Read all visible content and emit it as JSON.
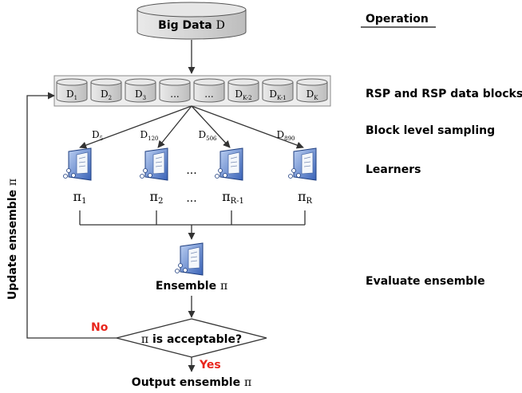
{
  "source": {
    "label": "Big Data ",
    "symbol": "D"
  },
  "heading": "Operation",
  "blocks": [
    {
      "base": "D",
      "sub": "1"
    },
    {
      "base": "D",
      "sub": "2"
    },
    {
      "base": "D",
      "sub": "3"
    },
    {
      "base": "...",
      "sub": ""
    },
    {
      "base": "...",
      "sub": ""
    },
    {
      "base": "D",
      "sub": "K-2"
    },
    {
      "base": "D",
      "sub": "K-1"
    },
    {
      "base": "D",
      "sub": "K"
    }
  ],
  "samples": [
    {
      "base": "D",
      "sub": "5"
    },
    {
      "base": "D",
      "sub": "120"
    },
    {
      "base": "D",
      "sub": "506"
    },
    {
      "base": "D",
      "sub": "890"
    }
  ],
  "learners": [
    {
      "base": "π",
      "sub": "1"
    },
    {
      "base": "π",
      "sub": "2"
    },
    {
      "base": "π",
      "sub": "R-1"
    },
    {
      "base": "π",
      "sub": "R"
    }
  ],
  "ellipsis": "...",
  "stages": {
    "rsp": "RSP and RSP data blocks",
    "sampling": "Block level sampling",
    "learners": "Learners",
    "evaluate": "Evaluate ensemble"
  },
  "ensemble": {
    "label": "Ensemble ",
    "symbol": "π"
  },
  "decision": {
    "symbol": "π",
    "text": " is acceptable?"
  },
  "no_label": "No",
  "yes_label": "Yes",
  "output": {
    "label": "Output ensemble ",
    "symbol": "π"
  },
  "feedback": {
    "label": "Update ensemble ",
    "symbol": "π"
  },
  "colors": {
    "no": "#e8251c",
    "yes": "#e8251c",
    "cylinder": "#d9d9d9",
    "line": "#333333"
  }
}
